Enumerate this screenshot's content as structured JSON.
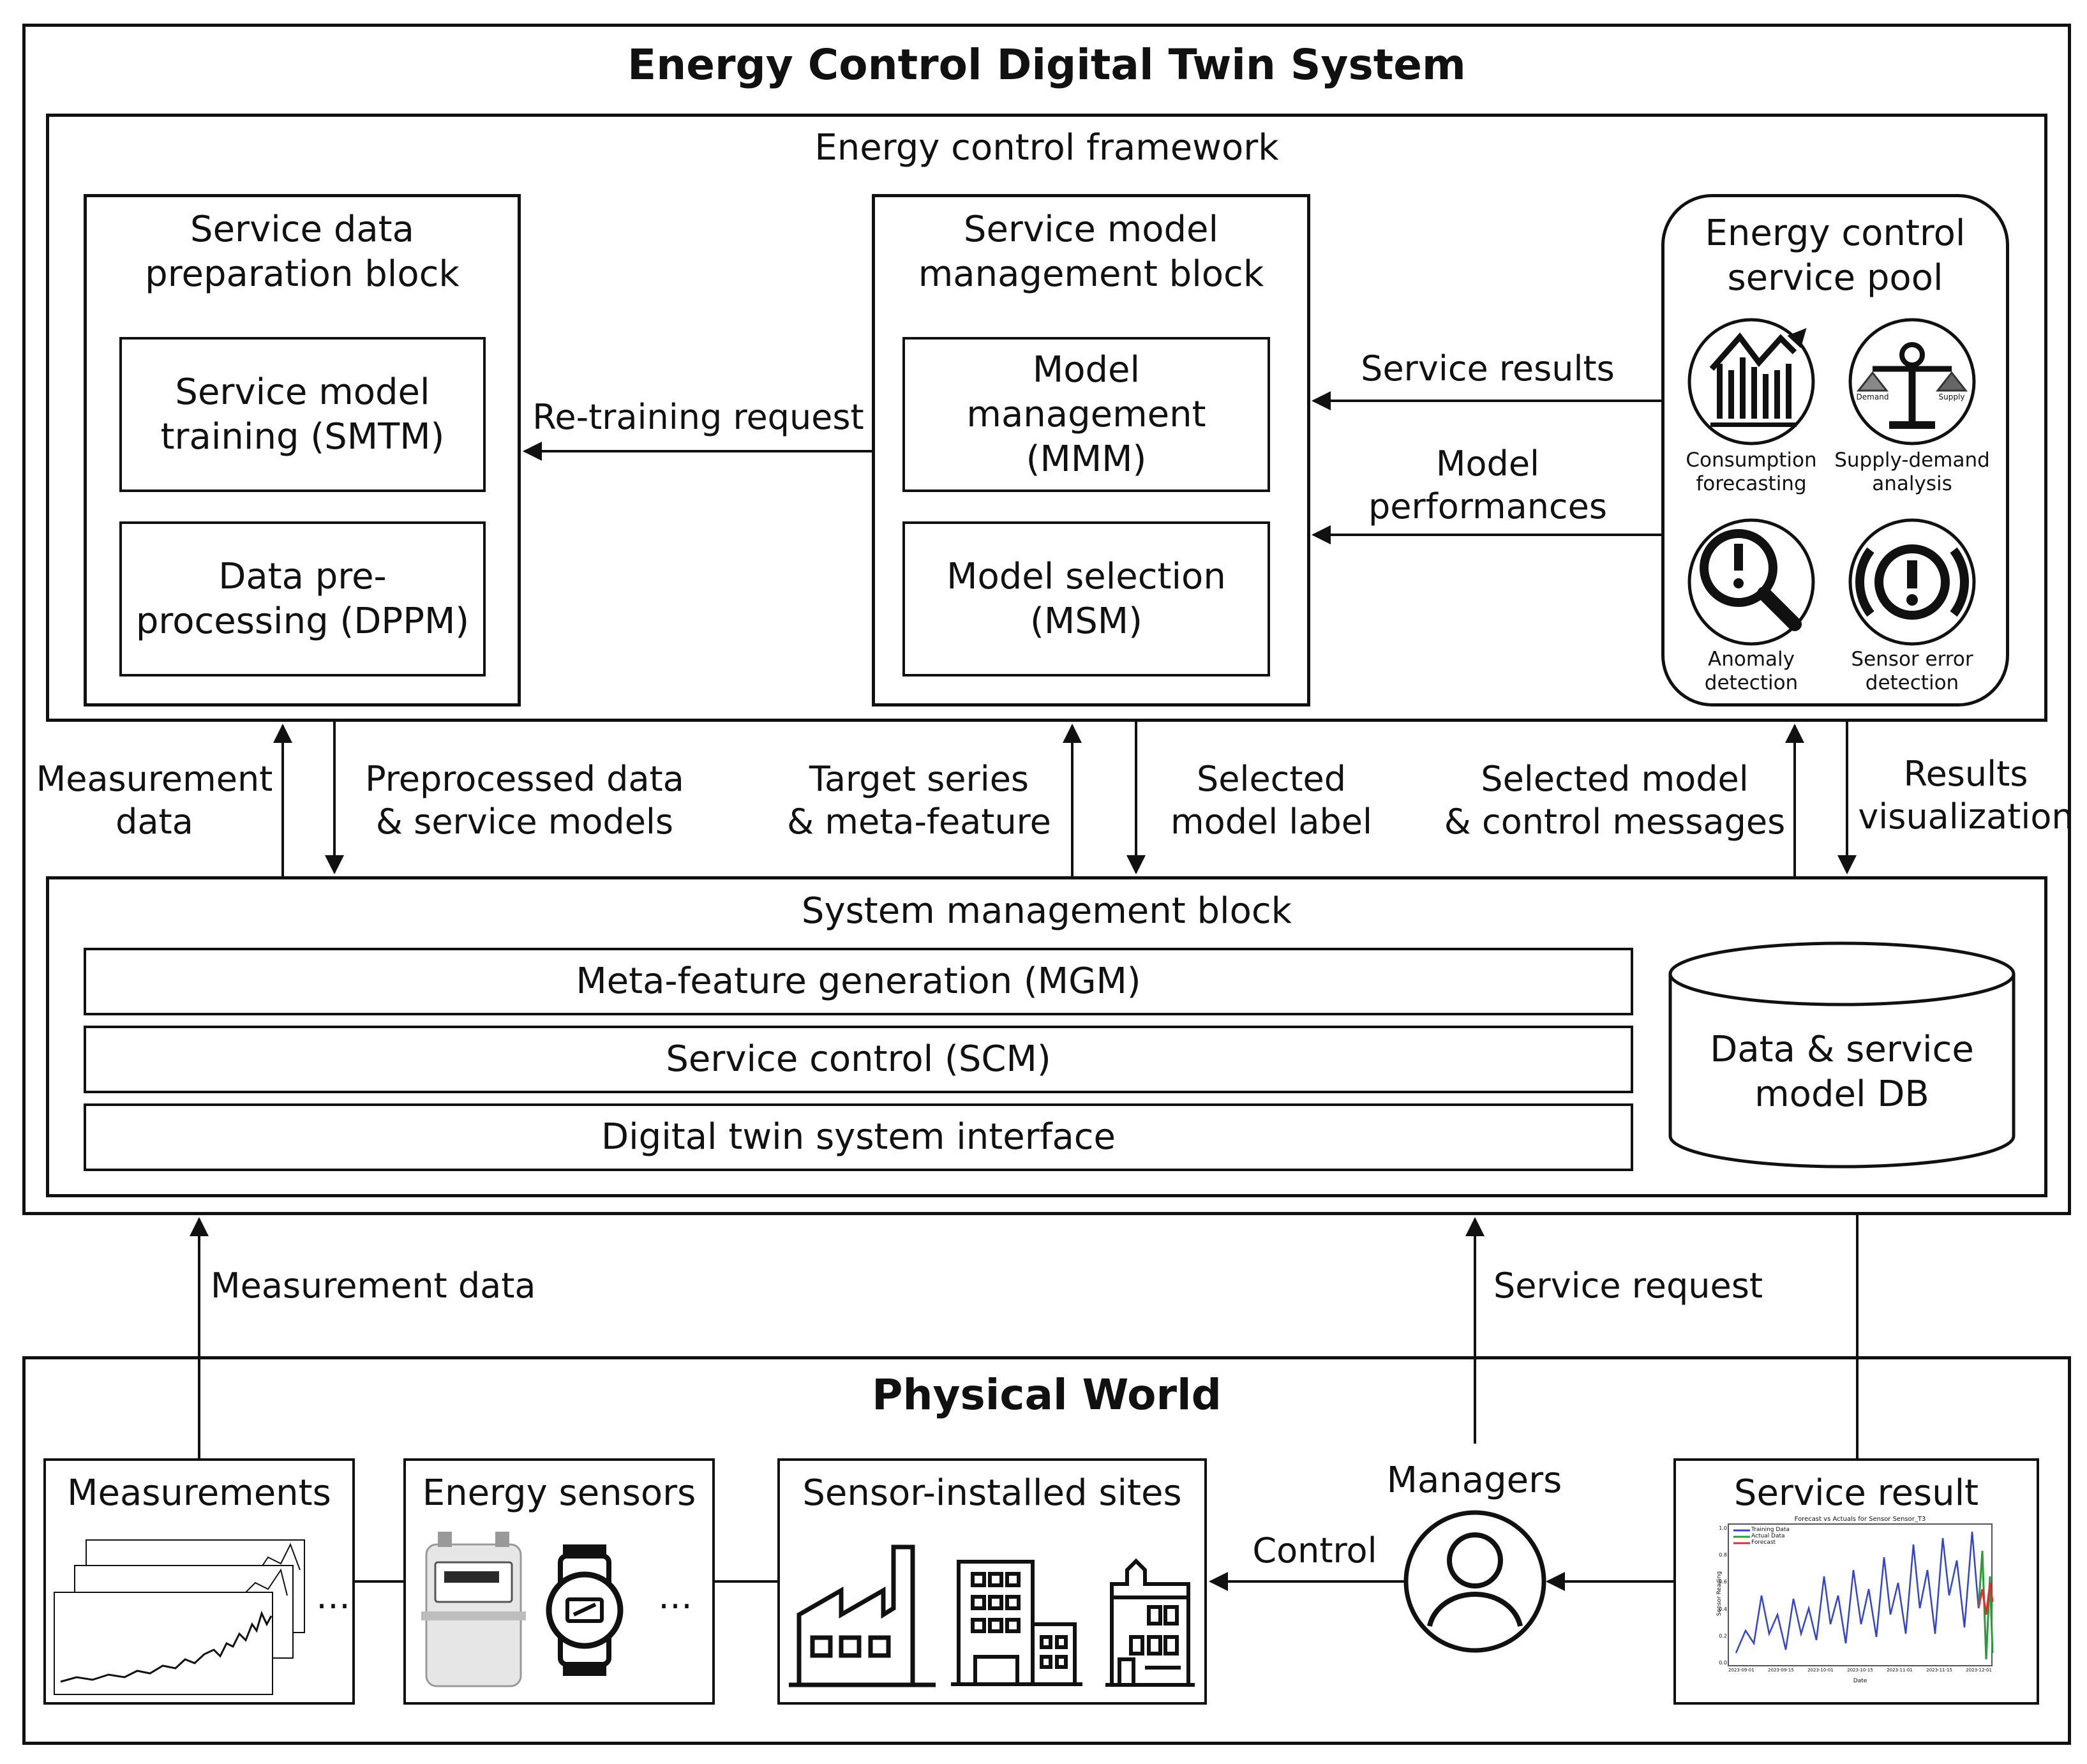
{
  "system": {
    "title": "Energy Control Digital Twin System",
    "framework_title": "Energy control framework"
  },
  "prep_block": {
    "title": "Service data\npreparation block",
    "smtm": "Service model\ntraining (SMTM)",
    "dppm": "Data pre-\nprocessing (DPPM)"
  },
  "model_block": {
    "title": "Service model\nmanagement block",
    "mmm": "Model\nmanagement\n(MMM)",
    "msm": "Model selection\n(MSM)"
  },
  "pool": {
    "title": "Energy control\nservice pool",
    "items": [
      {
        "label": "Consumption\nforecasting",
        "icon": "bar-chart-trend-icon"
      },
      {
        "label": "Supply-demand\nanalysis",
        "icon": "balance-scale-icon",
        "sub_left": "Demand",
        "sub_right": "Supply"
      },
      {
        "label": "Anomaly\ndetection",
        "icon": "magnifier-alert-icon"
      },
      {
        "label": "Sensor error\ndetection",
        "icon": "warning-signal-icon"
      }
    ]
  },
  "edges": {
    "retraining": "Re-training request",
    "service_results": "Service results",
    "model_performances": "Model\nperformances",
    "measurement_data_up": "Measurement\ndata",
    "preprocessed": "Preprocessed data\n& service models",
    "target_series": "Target series\n& meta-feature",
    "selected_label": "Selected\nmodel label",
    "selected_model": "Selected model\n& control messages",
    "results_vis": "Results\nvisualization",
    "measurement_data": "Measurement data",
    "service_request": "Service request",
    "control": "Control"
  },
  "system_block": {
    "title": "System management block",
    "mgm": "Meta-feature generation (MGM)",
    "scm": "Service control (SCM)",
    "interface": "Digital twin system interface",
    "db": "Data & service\nmodel DB"
  },
  "physical": {
    "title": "Physical World",
    "measurements": "Measurements",
    "sensors": "Energy sensors",
    "sites": "Sensor-installed sites",
    "managers": "Managers",
    "service_result": "Service result",
    "ellipsis": "…",
    "mini_plot_title": "Forecast vs Actuals for Sensor Sensor_T3",
    "mini_plot_legend": [
      "Training Data",
      "Actual Data",
      "Forecast"
    ],
    "mini_plot_xlabel": "Date",
    "mini_plot_ylabel": "Sensor Reading",
    "mini_plot_xticks": [
      "2023-09-01",
      "2023-09-15",
      "2023-10-01",
      "2023-10-15",
      "2023-11-01",
      "2023-11-15",
      "2023-12-01"
    ],
    "mini_plot_yticks": [
      "0.0",
      "0.2",
      "0.4",
      "0.6",
      "0.8",
      "1.0"
    ]
  },
  "colors": {
    "line": "#111111",
    "plot_blue": "#3344cc",
    "plot_green": "#2a9a3a",
    "plot_red": "#d83030",
    "meter_grey": "#cfcfcf"
  }
}
